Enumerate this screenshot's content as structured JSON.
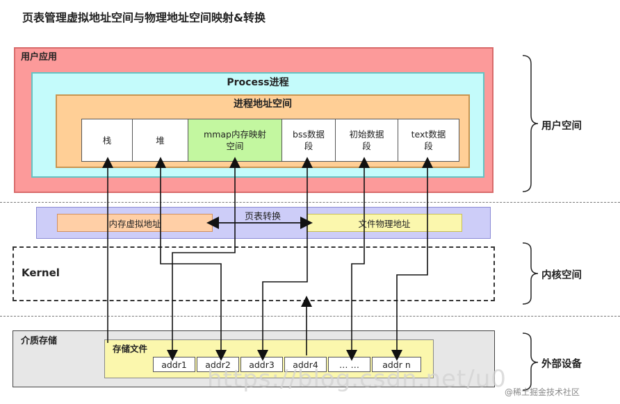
{
  "title": "页表管理虚拟地址空间与物理地址空间映射&转换",
  "user_app": {
    "label": "用户应用",
    "process": {
      "label": "Process进程",
      "address_space": {
        "label": "进程地址空间",
        "segments": [
          "栈",
          "堆",
          "mmap内存映射\n空间",
          "bss数据\n段",
          "初始数据\n段",
          "text数据\n段"
        ]
      }
    }
  },
  "page_table": {
    "label": "页表转换",
    "virtual_label": "内存虚拟地址",
    "physical_label": "文件物理地址"
  },
  "kernel": {
    "label": "Kernel"
  },
  "storage": {
    "label": "介质存储",
    "file": {
      "label": "存储文件",
      "addresses": [
        "addr1",
        "addr2",
        "addr3",
        "addr4",
        "… …",
        "addr n"
      ]
    }
  },
  "side_labels": {
    "user_space": "用户空间",
    "kernel_space": "内核空间",
    "external_devices": "外部设备"
  },
  "watermark": "https://blog.csdn.net/u0",
  "credit": "@稀土掘金技术社区",
  "colors": {
    "user_app": "#fc9a9a",
    "process": "#c4fbfb",
    "address_space": "#ffcf96",
    "mmap": "#c3f7a0",
    "page_table": "#cdcdf8",
    "storage": "#e7e7e7",
    "file": "#fbf7ad"
  }
}
